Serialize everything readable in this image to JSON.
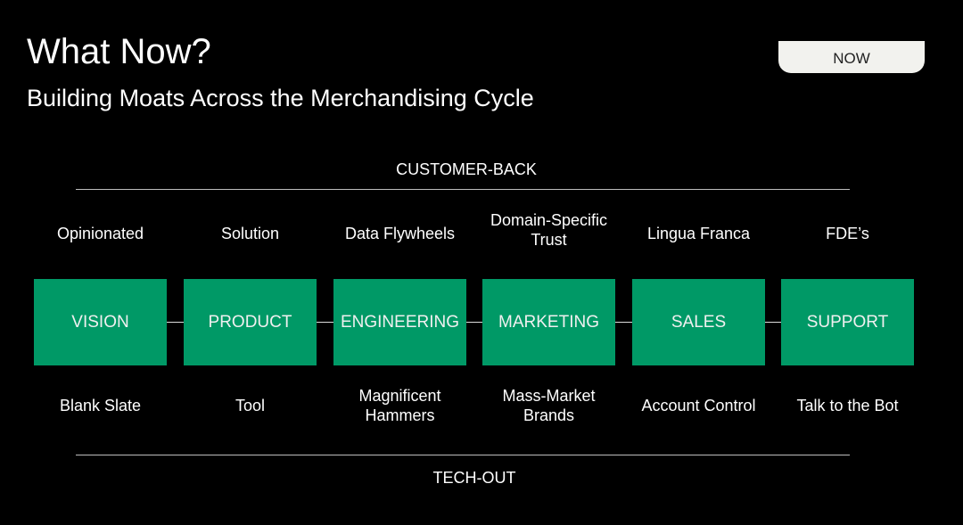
{
  "header": {
    "title": "What Now?",
    "subtitle": "Building Moats Across the Merchandising Cycle",
    "now_button": "NOW"
  },
  "diagram": {
    "top_axis": "CUSTOMER-BACK",
    "bottom_axis": "TECH-OUT",
    "accent_color": "#009966",
    "stages": [
      {
        "name": "VISION",
        "top": "Opinionated",
        "bottom": "Blank Slate"
      },
      {
        "name": "PRODUCT",
        "top": "Solution",
        "bottom": "Tool"
      },
      {
        "name": "ENGINEERING",
        "top": "Data Flywheels",
        "bottom": "Magnificent Hammers"
      },
      {
        "name": "MARKETING",
        "top": "Domain-Specific Trust",
        "bottom": "Mass-Market Brands"
      },
      {
        "name": "SALES",
        "top": "Lingua Franca",
        "bottom": "Account Control"
      },
      {
        "name": "SUPPORT",
        "top": "FDE’s",
        "bottom": "Talk to the Bot"
      }
    ]
  }
}
